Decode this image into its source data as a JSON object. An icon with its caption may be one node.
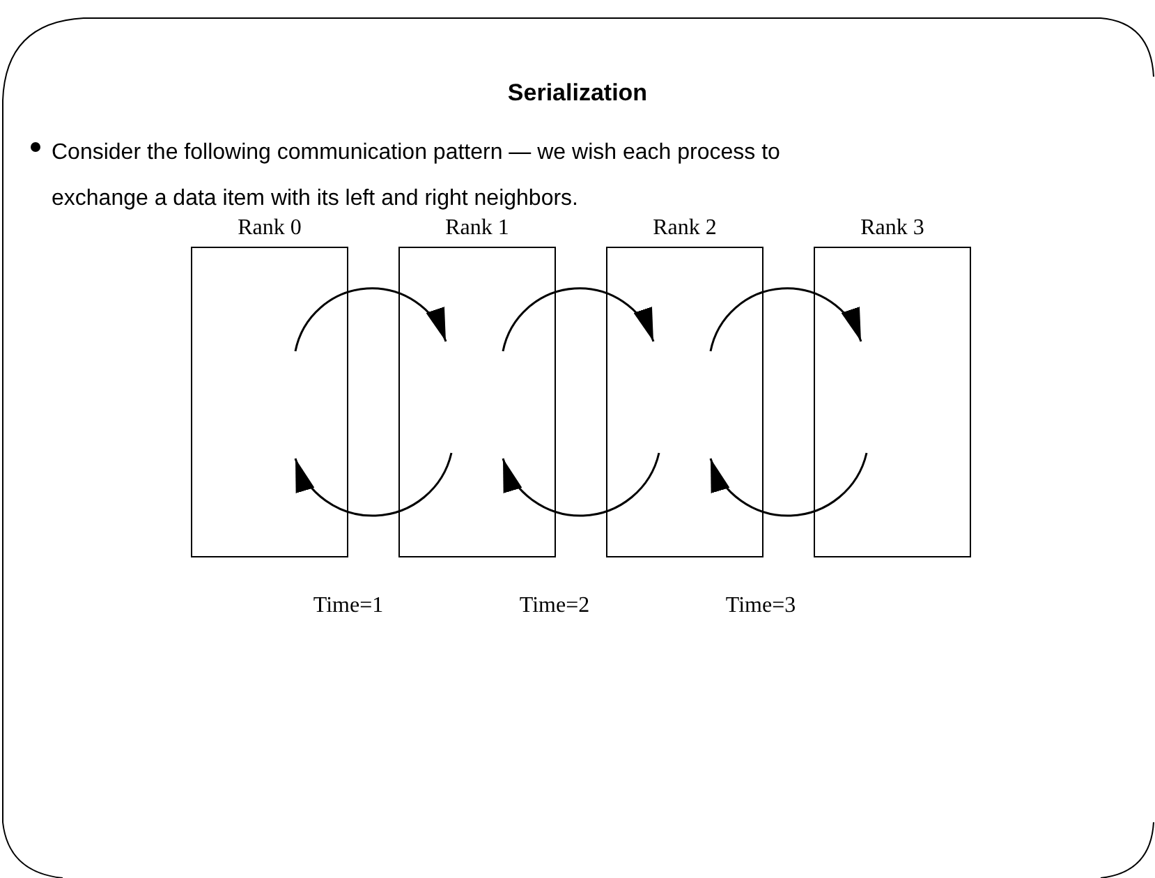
{
  "diagram": {
    "title": "Serialization",
    "nodes": [
      {
        "text": [
          "Rank 0"
        ]
      },
      {
        "text": [
          "Rank 1"
        ]
      },
      {
        "text": [
          "Rank 2"
        ]
      },
      {
        "text": [
          "Rank 3"
        ]
      }
    ],
    "edges": [
      {
        "from": 0,
        "to": 1,
        "arrow": "to"
      },
      {
        "from": 1,
        "to": 0,
        "arrow": "to"
      },
      {
        "from": 1,
        "to": 2,
        "arrow": "to"
      },
      {
        "from": 2,
        "to": 1,
        "arrow": "to"
      },
      {
        "from": 2,
        "to": 3,
        "arrow": "to"
      },
      {
        "from": 3,
        "to": 2,
        "arrow": "to"
      }
    ],
    "labels": [
      "Consider the following communication pattern — we wish each process to exchange a data item with its left and right neighbors.",
      "Time=1",
      "Time=2",
      "Time=3"
    ]
  }
}
